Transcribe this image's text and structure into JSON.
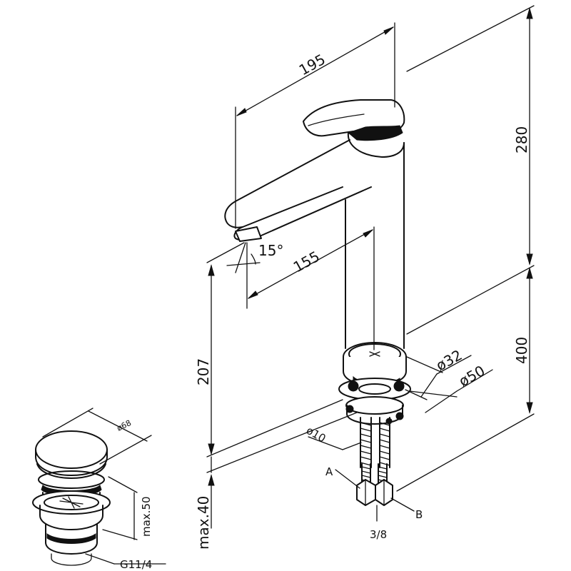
{
  "dimensions": {
    "spout_length": "195",
    "total_height": "280",
    "spout_angle": "15°",
    "spout_reach": "155",
    "spout_height": "207",
    "hose_length": "400",
    "stem_diameter": "ø32",
    "base_diameter": "ø50",
    "rod_diameter": "ø10",
    "max_countertop": "max.40",
    "thread": "3/8"
  },
  "labels": {
    "hose_a": "A",
    "hose_b": "B"
  },
  "drain": {
    "cap_diameter": "ø68",
    "max_height": "max.50",
    "thread": "G11/4"
  }
}
